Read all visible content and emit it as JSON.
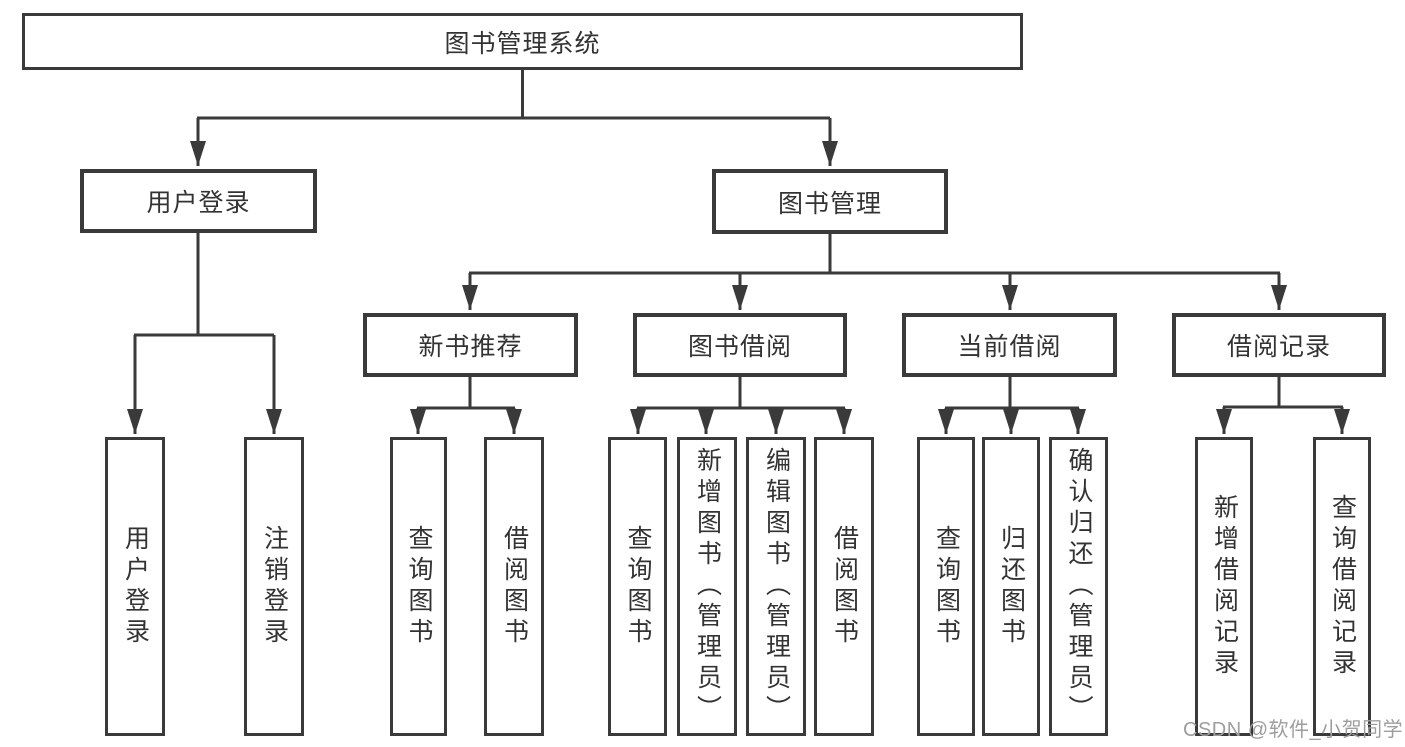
{
  "diagram_type": "hierarchy-tree",
  "hierarchy": {
    "label": "图书管理系统",
    "children": [
      {
        "label": "用户登录",
        "children": [
          {
            "label": "用户登录"
          },
          {
            "label": "注销登录"
          }
        ]
      },
      {
        "label": "图书管理",
        "children": [
          {
            "label": "新书推荐",
            "children": [
              {
                "label": "查询图书"
              },
              {
                "label": "借阅图书"
              }
            ]
          },
          {
            "label": "图书借阅",
            "children": [
              {
                "label": "查询图书"
              },
              {
                "label": "新增图书（管理员）"
              },
              {
                "label": "编辑图书（管理员）"
              },
              {
                "label": "借阅图书"
              }
            ]
          },
          {
            "label": "当前借阅",
            "children": [
              {
                "label": "查询图书"
              },
              {
                "label": "归还图书"
              },
              {
                "label": "确认归还（管理员）"
              }
            ]
          },
          {
            "label": "借阅记录",
            "children": [
              {
                "label": "新增借阅记录"
              },
              {
                "label": "查询借阅记录"
              }
            ]
          }
        ]
      }
    ]
  },
  "watermark": {
    "text": "CSDN @软件_小贺同学"
  },
  "colors": {
    "line": "#3a3a3a",
    "box_border": "#3a3a3a",
    "box_fill": "#ffffff",
    "text": "#333333",
    "watermark": "#9e9e9e",
    "background": "#ffffff"
  }
}
